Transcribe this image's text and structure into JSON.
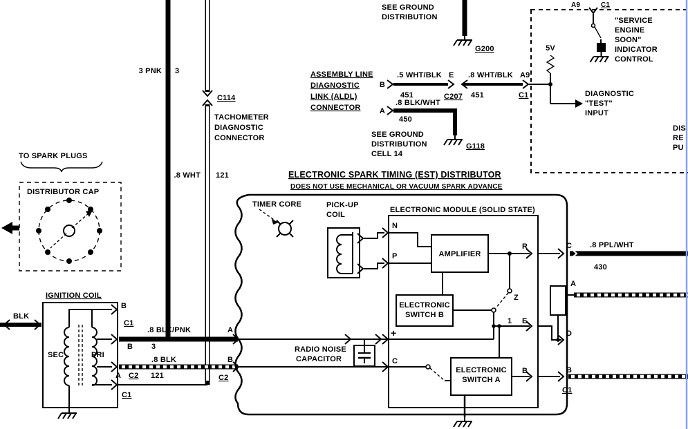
{
  "colors": {
    "background": "#ffffff",
    "ink": "#000000",
    "scan_edge_line": "#8fa3de"
  },
  "top": {
    "see_ground_1": "SEE GROUND",
    "see_ground_2": "DISTRIBUTION",
    "g200": "G200"
  },
  "aldl": {
    "heading_1": "ASSEMBLY LINE",
    "heading_2": "DIAGNOSTIC",
    "heading_3": "LINK (ALDL)",
    "heading_4": "CONNECTOR",
    "pin_b": "B",
    "wire_top_left": ".5 WHT/BLK",
    "pin_e": "E",
    "wire_top_right": ".8 WHT/BLK",
    "pin_a9": "A9",
    "ckt_451_left": "451",
    "conn_c207": "C207",
    "ckt_451_right": "451",
    "conn_c1": "C1",
    "pin_a": "A",
    "wire_bottom": ".8 BLK/WHT",
    "ckt_450": "450",
    "ground_note_1": "SEE GROUND",
    "ground_note_2": "DISTRIBUTION",
    "ground_note_3": "CELL 14",
    "g118": "G118"
  },
  "ses": {
    "pin_a9": "A9",
    "conn_c1": "C1",
    "label_1": "\"SERVICE",
    "label_2": "ENGINE",
    "label_3": "SOON\"",
    "label_4": "INDICATOR",
    "label_5": "CONTROL",
    "supply": "5V",
    "diag_1": "DIAGNOSTIC",
    "diag_2": "\"TEST\"",
    "diag_3": "INPUT",
    "edge_text_1": "DIS",
    "edge_text_2": "RE",
    "edge_text_3": "PU"
  },
  "left": {
    "wire_pnk": "3 PNK",
    "ckt_3": "3",
    "conn_c114": "C114",
    "tach_1": "TACHOMETER",
    "tach_2": "DIAGNOSTIC",
    "tach_3": "CONNECTOR",
    "wire_wht": ".8 WHT",
    "ckt_121": "121",
    "to_spark_plugs": "TO SPARK PLUGS",
    "distributor_cap": "DISTRIBUTOR CAP",
    "wire_blk": "BLK"
  },
  "coil": {
    "title": "IGNITION COIL",
    "sec": "SEC",
    "pri": "PRI",
    "term_b_top": "B",
    "conn_c1_top": "C1",
    "wire_blk_pnk": ".8 BLK/PNK",
    "pin_a": "A",
    "term_b_mid": "B",
    "ckt_3": "3",
    "wire_blk": ".8 BLK",
    "pin_b": "B",
    "term_a": "A",
    "conn_c2_left": "C2",
    "ckt_121": "121",
    "conn_c2_right": "C2",
    "conn_c1_bottom": "C1"
  },
  "dist": {
    "title": "ELECTRONIC SPARK TIMING (EST) DISTRIBUTOR",
    "subtitle": "DOES NOT USE MECHANICAL OR VACUUM SPARK ADVANCE",
    "timer_core": "TIMER CORE",
    "pickup_1": "PICK-UP",
    "pickup_2": "COIL",
    "module_title": "ELECTRONIC MODULE (SOLID STATE)",
    "pin_n": "N",
    "pin_p": "P",
    "amplifier": "AMPLIFIER",
    "pin_r": "R",
    "pin_z": "Z",
    "pin_1": "1",
    "pin_e": "E",
    "switch_b_1": "ELECTRONIC",
    "switch_b_2": "SWITCH B",
    "switch_a_1": "ELECTRONIC",
    "switch_a_2": "SWITCH A",
    "pin_plus": "+",
    "pin_c": "C",
    "pin_b": "B",
    "radio_1": "RADIO NOISE",
    "radio_2": "CAPACITOR"
  },
  "right": {
    "pin_c": "C",
    "wire_ppl": ".8 PPL/WHT",
    "ckt_430": "430",
    "pin_a": "A",
    "pin_d": "D",
    "pin_b": "B",
    "conn_c1": "C1"
  }
}
